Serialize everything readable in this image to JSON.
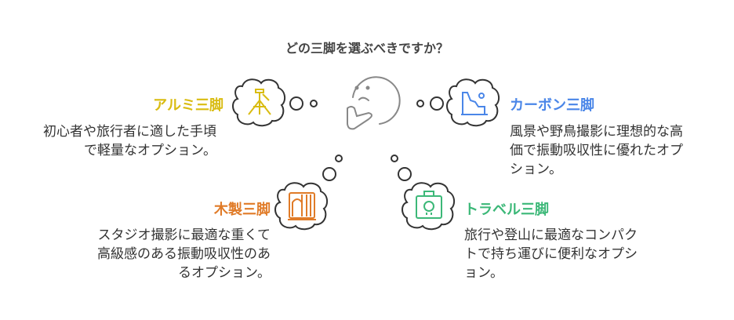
{
  "title": "どの三脚を選ぶべきですか？",
  "colors": {
    "aluminum": "#d9bc12",
    "carbon": "#4a86e8",
    "wood": "#e07b28",
    "travel": "#3cb878"
  },
  "options": {
    "aluminum": {
      "label": "アルミ三脚",
      "lines": [
        "初心者や旅行者に適した手頃",
        "で軽量なオプション。"
      ],
      "icon": "tripod-icon"
    },
    "carbon": {
      "label": "カーボン三脚",
      "lines": [
        "風景や野鳥撮影に理想的な高",
        "価で振動吸収性に優れたオプ",
        "ション。"
      ],
      "icon": "landscape-icon"
    },
    "wood": {
      "label": "木製三脚",
      "lines": [
        "スタジオ撮影に最適な重くて",
        "高級感のある振動吸収性のあ",
        "るオプション。"
      ],
      "icon": "wood-icon"
    },
    "travel": {
      "label": "トラベル三脚",
      "lines": [
        "旅行や登山に最適なコンパク",
        "トで持ち運びに便利なオプシ",
        "ョン。"
      ],
      "icon": "camera-bag-icon"
    }
  }
}
